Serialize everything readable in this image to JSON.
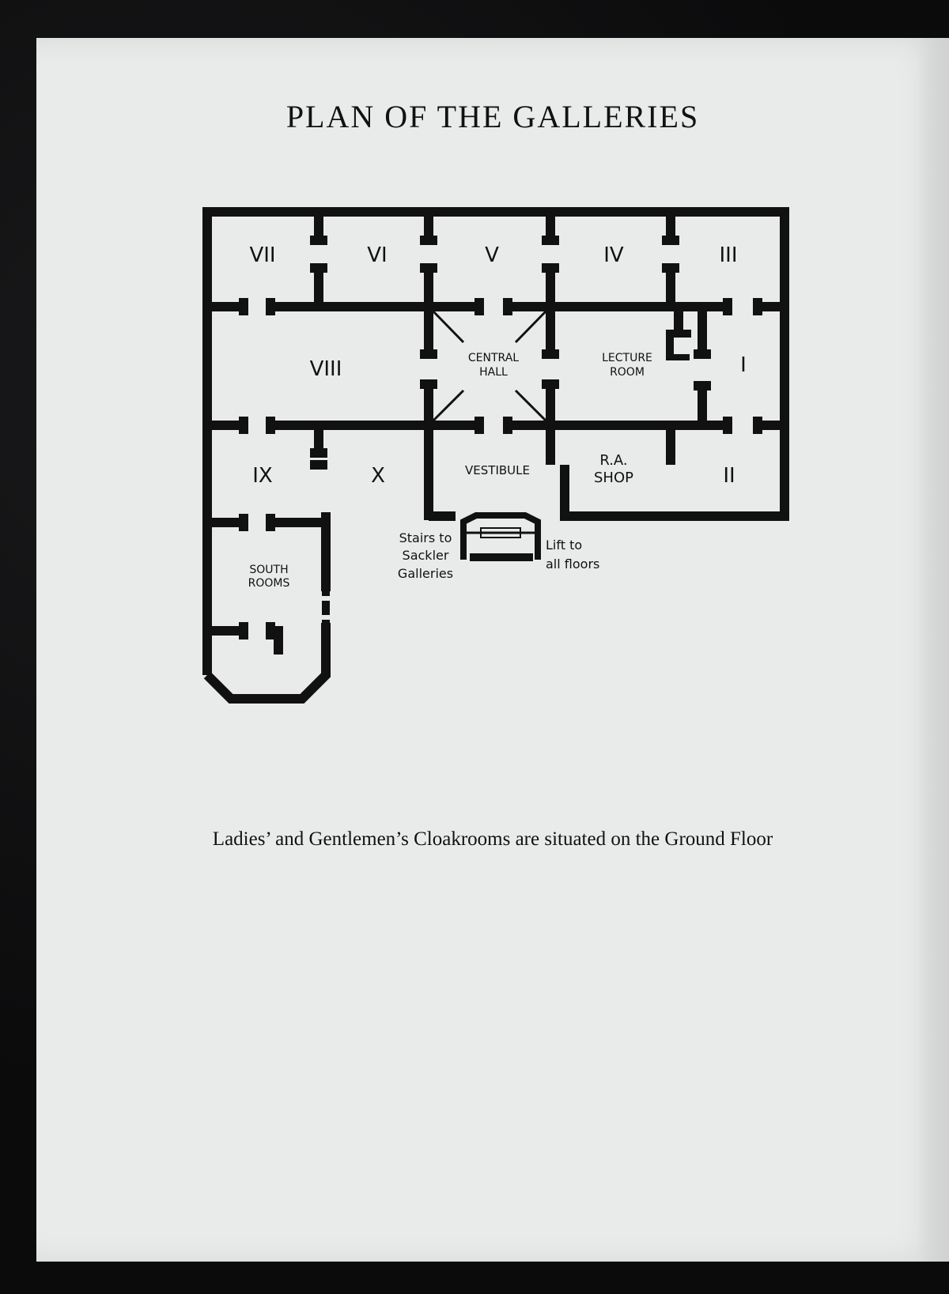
{
  "title": "PLAN OF THE GALLERIES",
  "rooms": {
    "vii": "VII",
    "vi": "VI",
    "v": "V",
    "iv": "IV",
    "iii": "III",
    "viii": "VIII",
    "i": "I",
    "ix": "IX",
    "x": "X",
    "ii": "II",
    "central_hall": [
      "CENTRAL",
      "HALL"
    ],
    "lecture_room": [
      "LECTURE",
      "ROOM"
    ],
    "vestibule": "VESTIBULE",
    "ra_shop": [
      "R.A.",
      "SHOP"
    ],
    "south_rooms": [
      "SOUTH",
      "ROOMS"
    ],
    "stairs": [
      "Stairs to",
      "Sackler",
      "Galleries"
    ],
    "lift": [
      "Lift to",
      "all floors"
    ]
  },
  "caption": "Ladies’ and Gentlemen’s Cloakrooms are situated on the Ground Floor"
}
